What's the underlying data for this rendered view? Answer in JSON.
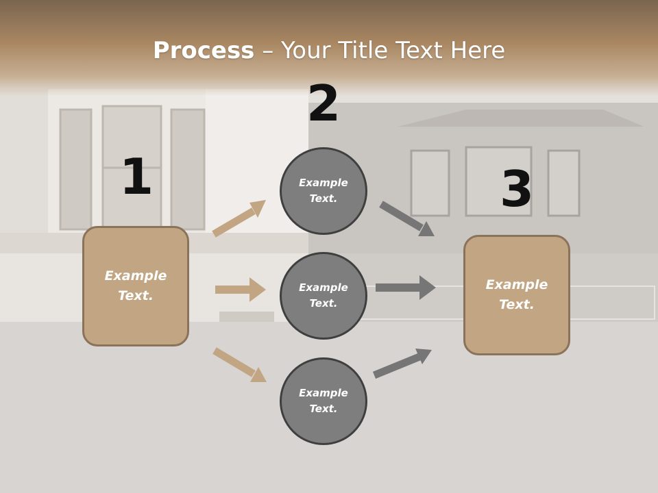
{
  "title": {
    "bold": "Process",
    "rest": " – Your Title Text Here"
  },
  "steps": {
    "one": "1",
    "two": "2",
    "three": "3"
  },
  "left_box": {
    "text": "Example\nText."
  },
  "circles": [
    {
      "text": "Example\nText."
    },
    {
      "text": "Example\nText."
    },
    {
      "text": "Example\nText."
    }
  ],
  "right_box": {
    "text": "Example\nText."
  },
  "colors": {
    "box_fill": "#c2a583",
    "box_border": "#8a735a",
    "circle_fill": "#7f7e7e",
    "circle_border": "#3f3f3f",
    "tan_arrow": "#c2a583",
    "gray_arrow": "#767676"
  }
}
